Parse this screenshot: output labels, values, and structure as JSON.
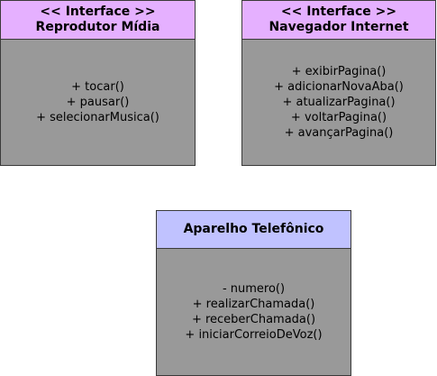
{
  "diagram": {
    "classes": [
      {
        "stereotype": "<< Interface >>",
        "name": "Reprodutor Mídia",
        "methods": [
          "+ tocar()",
          "+ pausar()",
          "+ selecionarMusica()"
        ]
      },
      {
        "stereotype": "<< Interface >>",
        "name": "Navegador Internet",
        "methods": [
          "+ exibirPagina()",
          "+ adicionarNovaAba()",
          "+ atualizarPagina()",
          "+ voltarPagina()",
          "+ avançarPagina()"
        ]
      },
      {
        "name": "Aparelho Telefônico",
        "methods": [
          "- numero()",
          "+ realizarChamada()",
          "+ receberChamada()",
          "+ iniciarCorreioDeVoz()"
        ]
      }
    ],
    "colors": {
      "interface_header": "#e5b0ff",
      "class_header": "#c0c2ff",
      "body_fill": "#999999",
      "border": "#3a3a3a"
    }
  }
}
